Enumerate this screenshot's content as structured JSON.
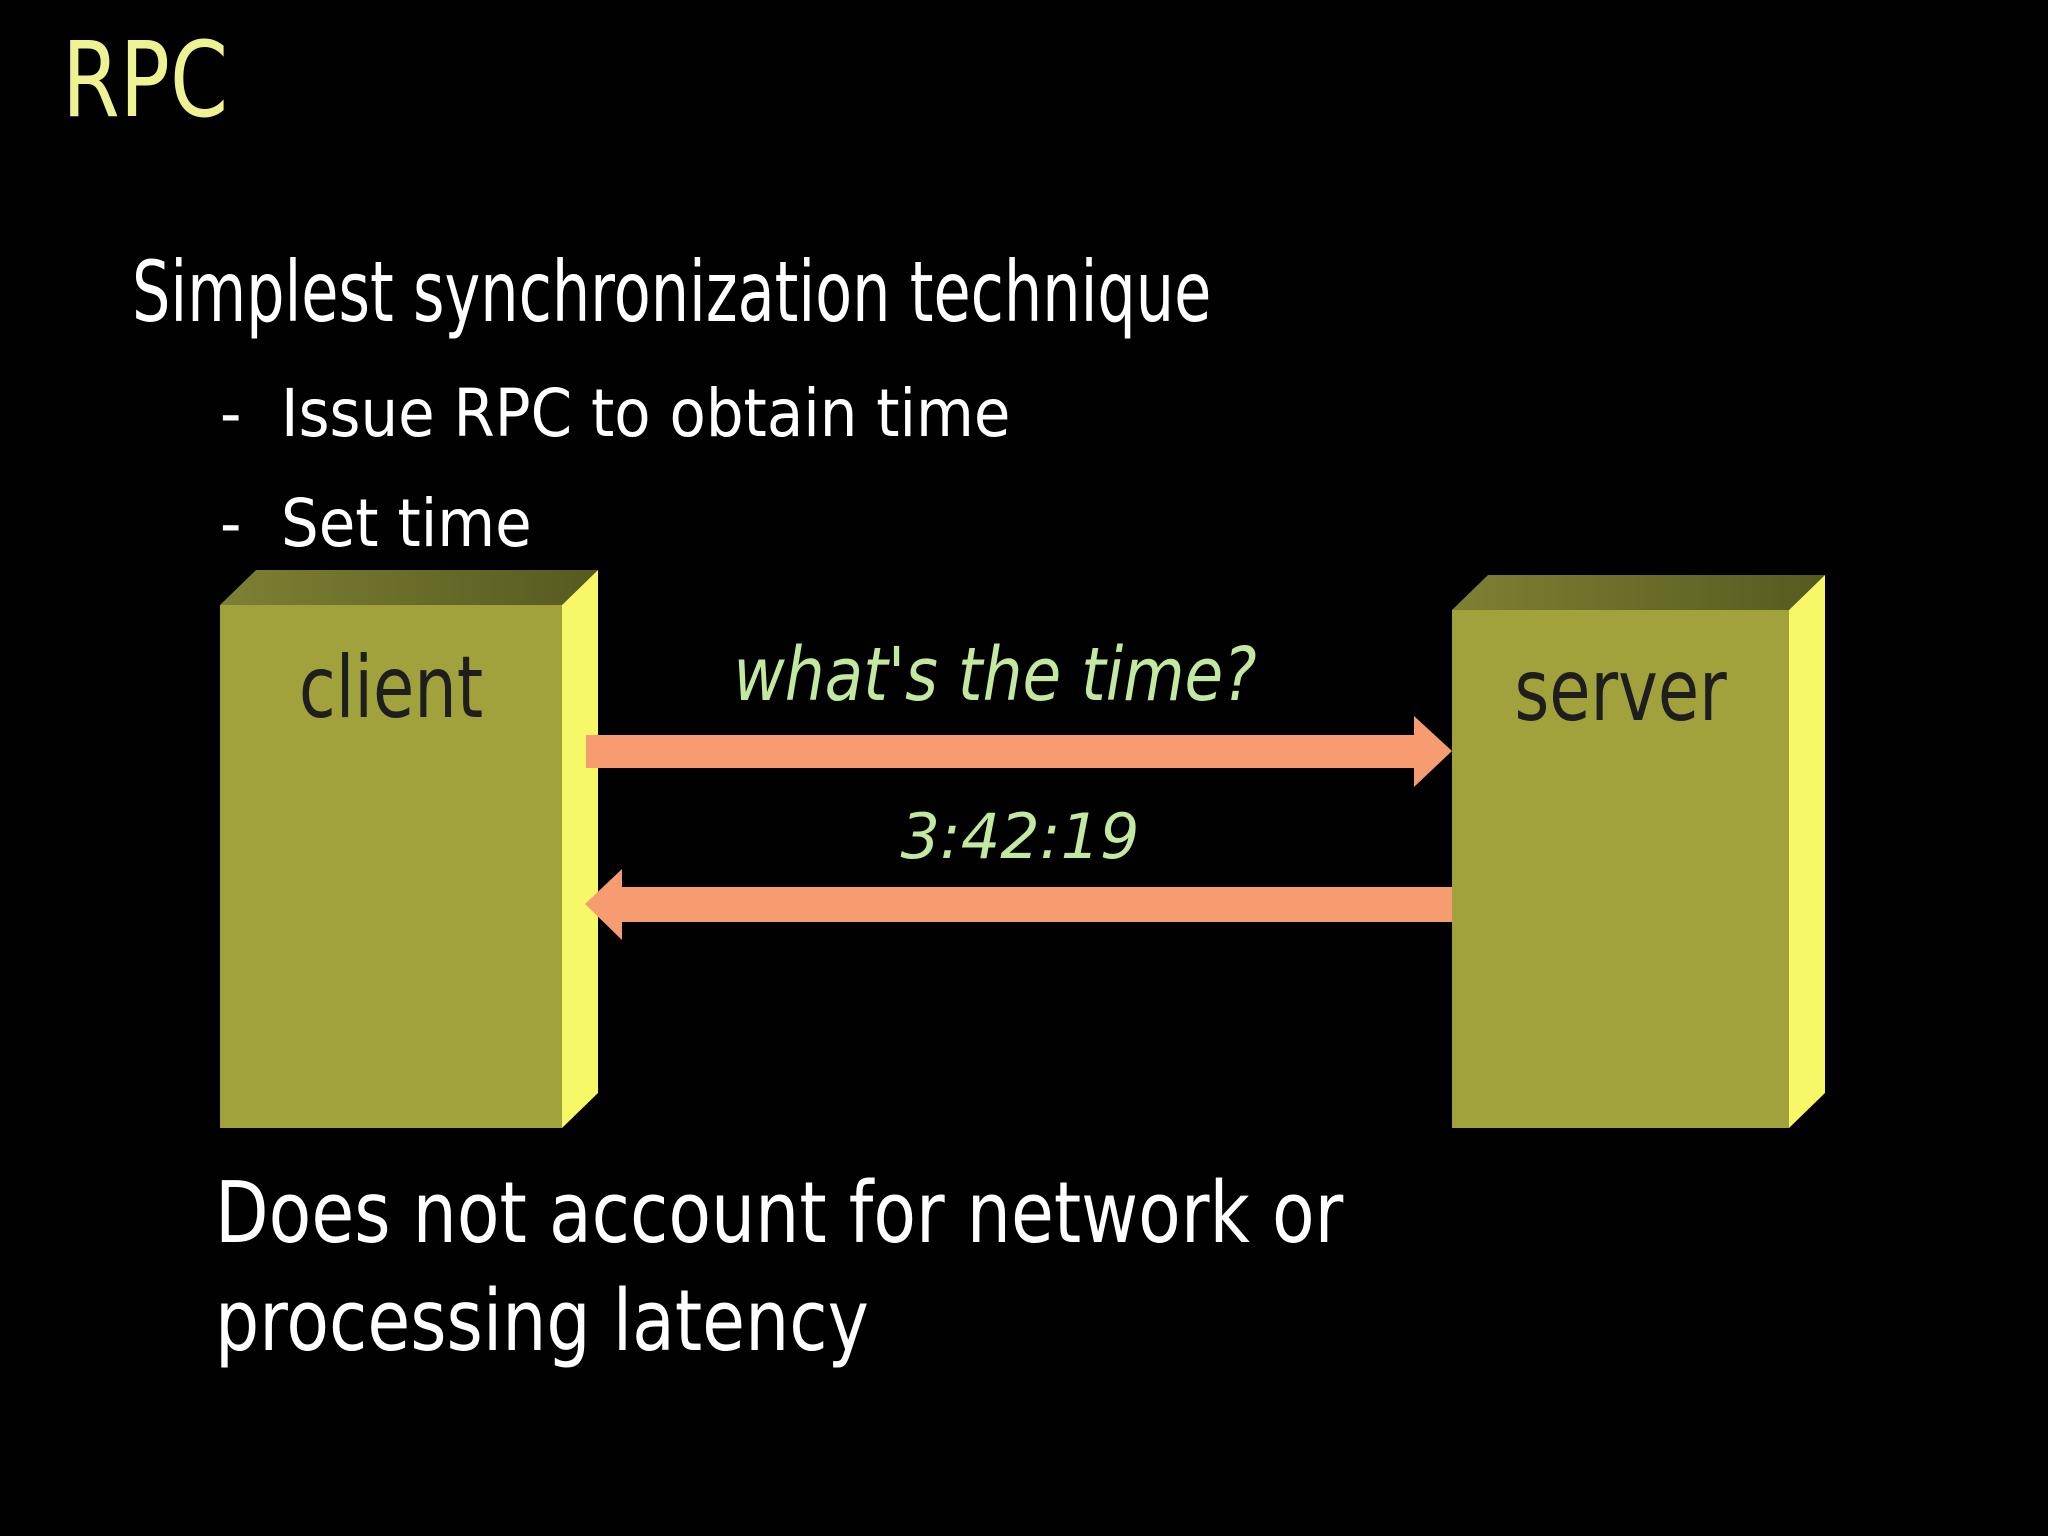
{
  "slide": {
    "title": "RPC",
    "heading": "Simplest synchronization technique",
    "bullets": [
      {
        "marker": "-",
        "label": "Issue RPC to obtain time"
      },
      {
        "marker": "-",
        "label": "Set time"
      }
    ],
    "footer": {
      "line1": "Does not account for network or",
      "line2": "processing latency"
    }
  },
  "diagram": {
    "client": {
      "label": "client"
    },
    "server": {
      "label": "server"
    },
    "request": {
      "label": "what's the time?"
    },
    "reply": {
      "label": "3:42:19"
    }
  },
  "colors": {
    "background": "#010101",
    "title_text": "#eef293",
    "body_text": "#ffffff",
    "box_front": "#a1a23c",
    "box_top_light": "#7e8033",
    "box_top_dark": "#565a1f",
    "box_edge": "#f6f867",
    "box_label_text": "#1e1e1e",
    "arrow": "#f79c70",
    "message_text": "#c3e8a0"
  }
}
